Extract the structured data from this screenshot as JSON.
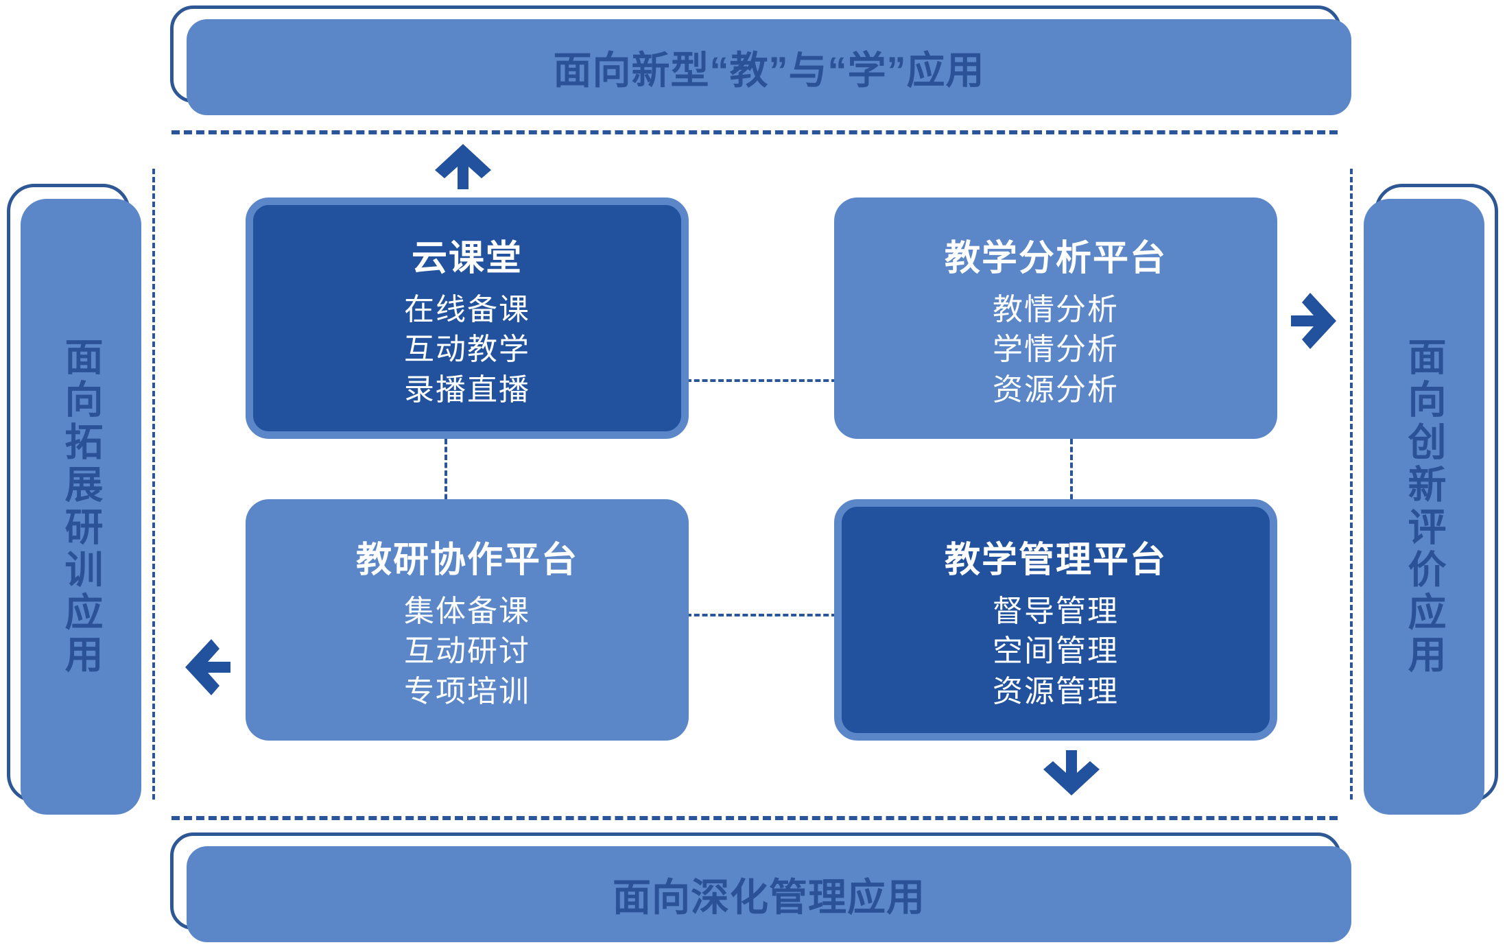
{
  "diagram": {
    "title": "面向新型“教”与“学”应用",
    "accent_dark": "#22519D",
    "accent_light": "#5B87C8",
    "line_color": "#2A5599",
    "text_on_banner": "#2B5296"
  },
  "banners": {
    "top": {
      "label": "面向新型“教”与“学”应用"
    },
    "bottom": {
      "label": "面向深化管理应用"
    },
    "left": {
      "label": "面向拓展研训应用"
    },
    "right": {
      "label": "面向创新评价应用"
    }
  },
  "cards": [
    {
      "id": "cloud-classroom",
      "title": "云课堂",
      "style": "dark",
      "items": [
        "在线备课",
        "互动教学",
        "录播直播"
      ]
    },
    {
      "id": "teaching-analysis-platform",
      "title": "教学分析平台",
      "style": "light",
      "items": [
        "教情分析",
        "学情分析",
        "资源分析"
      ]
    },
    {
      "id": "research-collaboration-platform",
      "title": "教研协作平台",
      "style": "light",
      "items": [
        "集体备课",
        "互动研讨",
        "专项培训"
      ]
    },
    {
      "id": "teaching-management-platform",
      "title": "教学管理平台",
      "style": "dark",
      "items": [
        "督导管理",
        "空间管理",
        "资源管理"
      ]
    }
  ],
  "arrows": [
    {
      "id": "arrow-up",
      "direction": "up",
      "points_to": "面向新型“教”与“学”应用"
    },
    {
      "id": "arrow-right",
      "direction": "right",
      "points_to": "面向创新评价应用"
    },
    {
      "id": "arrow-left",
      "direction": "left",
      "points_to": "面向拓展研训应用"
    },
    {
      "id": "arrow-down",
      "direction": "down",
      "points_to": "面向深化管理应用"
    }
  ]
}
